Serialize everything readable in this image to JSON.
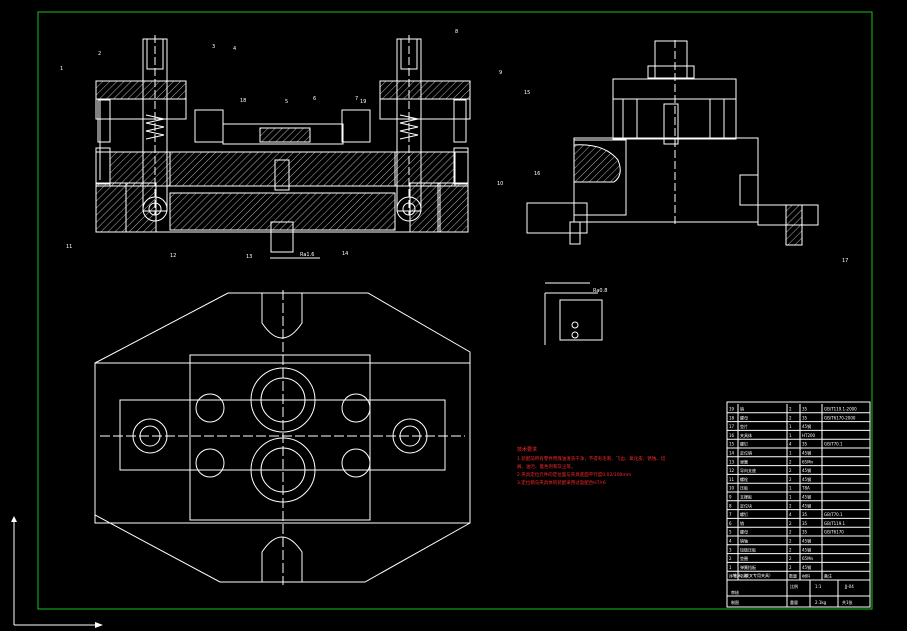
{
  "drawing": {
    "background": "#000000",
    "border_color": "#17c217",
    "line_color": "#ffffff",
    "note_color": "#ff2a2a",
    "ucs_color": "#ffffff"
  },
  "dimensions": {
    "bottom": "Ra1.6",
    "gap": "Ra0.8"
  },
  "callouts": [
    "1",
    "2",
    "3",
    "4",
    "5",
    "6",
    "7",
    "8",
    "9",
    "10",
    "11",
    "12",
    "13",
    "14",
    "15",
    "16",
    "17",
    "18",
    "19"
  ],
  "tech_notes": {
    "title": "技术要求",
    "lines": [
      "1.装配前所有零件用煤油清洗干净，不得有毛刺、飞边、氧化皮、锈蚀、切",
      "屑、油污、着色剂和灰尘等。",
      "2.夹具定位元件的定位面与夹具底面平行度0.02/100mm",
      "3.定位销与夹具体的装配采用过盈配合H7/r6"
    ]
  },
  "bom": {
    "rows": [
      [
        "19",
        "销",
        "2",
        "35",
        "GB/T119.1-2000"
      ],
      [
        "18",
        "螺母",
        "2",
        "35",
        "GB/T6170-2000"
      ],
      [
        "17",
        "垫片",
        "1",
        "45钢",
        ""
      ],
      [
        "16",
        "夹具体",
        "1",
        "HT200",
        ""
      ],
      [
        "15",
        "螺钉",
        "4",
        "35",
        "GB/T70.1"
      ],
      [
        "14",
        "定位销",
        "1",
        "45钢",
        ""
      ],
      [
        "13",
        "弹簧",
        "2",
        "65Mn",
        ""
      ],
      [
        "12",
        "导向支座",
        "2",
        "45钢",
        ""
      ],
      [
        "11",
        "螺栓",
        "2",
        "45钢",
        ""
      ],
      [
        "10",
        "压板",
        "1",
        "T8A",
        ""
      ],
      [
        "9",
        "支撑板",
        "1",
        "45钢",
        ""
      ],
      [
        "8",
        "定位块",
        "2",
        "45钢",
        ""
      ],
      [
        "7",
        "螺钉",
        "4",
        "35",
        "GB/T70.1"
      ],
      [
        "6",
        "销",
        "2",
        "35",
        "GB/T119.1"
      ],
      [
        "5",
        "螺母",
        "2",
        "35",
        "GB/T6170"
      ],
      [
        "4",
        "销轴",
        "2",
        "45钢",
        ""
      ],
      [
        "3",
        "铰链压板",
        "2",
        "45钢",
        ""
      ],
      [
        "2",
        "垫圈",
        "2",
        "65Mn",
        ""
      ],
      [
        "1",
        "弹簧挡板",
        "2",
        "45钢",
        ""
      ]
    ],
    "header": [
      "序号",
      "名称",
      "数量",
      "材料",
      "备注"
    ],
    "title": "铣床（拨叉专用夹具）",
    "scale_label": "比例",
    "scale": "1:1",
    "sheet_label": "件数",
    "sheet": "1",
    "drawing_no": "JJ-04",
    "weight_label": "重量",
    "weight": "2.1kg",
    "sheet_total": "共1张",
    "sheet_index": "第1张",
    "drawn_label": "制图",
    "checked_label": "审核"
  }
}
